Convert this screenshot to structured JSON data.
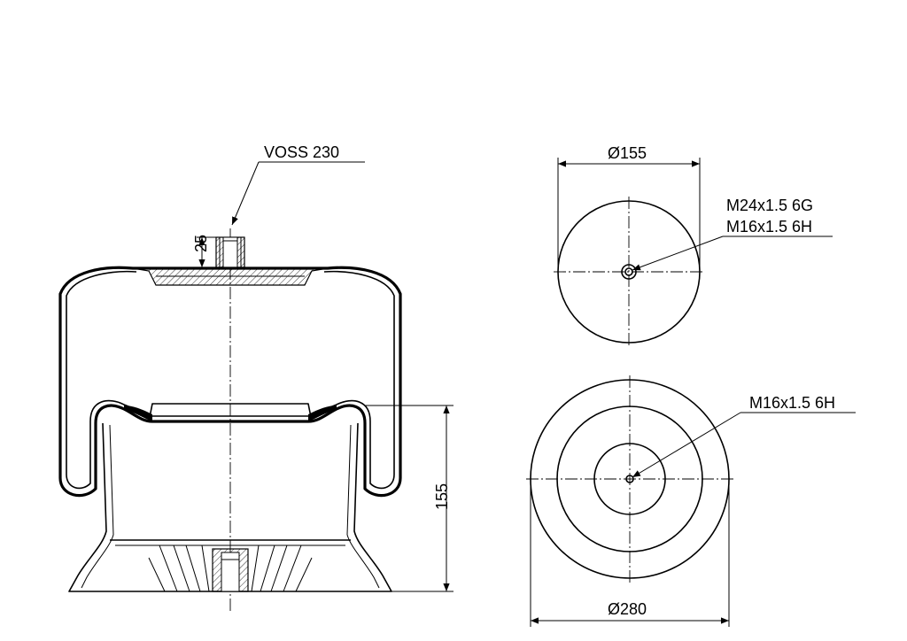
{
  "labels": {
    "connection": "VOSS 230",
    "height_top": "25",
    "height_main": "155",
    "top_diameter": "Ø155",
    "top_thread_1": "M24x1.5 6G",
    "top_thread_2": "M16x1.5 6H",
    "bottom_thread": "M16x1.5 6H",
    "bottom_diameter": "Ø280"
  },
  "colors": {
    "line": "#000000",
    "background": "#ffffff"
  }
}
